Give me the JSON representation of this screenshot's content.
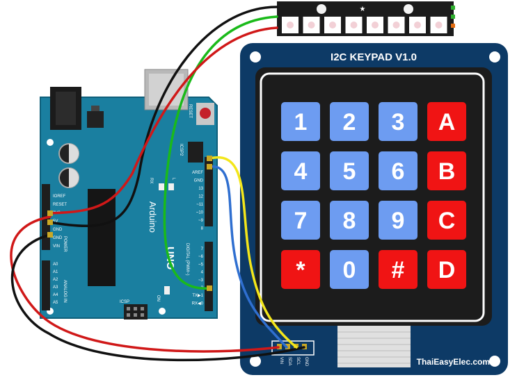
{
  "arduino": {
    "reset_label": "RESET",
    "icsp2_label": "ICSP2",
    "icsp_label": "ICSP",
    "rx_label": "RX",
    "tx_label": "TX",
    "l_label": "L",
    "on_label": "ON",
    "brand": "Arduino",
    "uno_label": "UNO",
    "power_section_label": "POWER",
    "analog_section_label": "ANALOG IN",
    "digital_section_label": "DIGITAL (PWM~)",
    "power_pins": [
      "IOREF",
      "RESET",
      "3V3",
      "5V",
      "GND",
      "GND",
      "VIN"
    ],
    "analog_pins": [
      "A0",
      "A1",
      "A2",
      "A3",
      "A4",
      "A5"
    ],
    "top_header_pins": [
      "AREF",
      "GND",
      "13",
      "12",
      "~11",
      "~10",
      "~9",
      "8"
    ],
    "bottom_header_pins": [
      "7",
      "~6",
      "~5",
      "4",
      "~3",
      "2",
      "TX▶1",
      "RX◀0"
    ]
  },
  "keypad": {
    "title": "I2C KEYPAD V1.0",
    "brand": "ThaiEasyElec.com",
    "pins": [
      "VIN",
      "SDA",
      "SCL",
      "GND"
    ],
    "keys": [
      {
        "label": "1",
        "color": "#6d9cf1"
      },
      {
        "label": "2",
        "color": "#6d9cf1"
      },
      {
        "label": "3",
        "color": "#6d9cf1"
      },
      {
        "label": "A",
        "color": "#f01414"
      },
      {
        "label": "4",
        "color": "#6d9cf1"
      },
      {
        "label": "5",
        "color": "#6d9cf1"
      },
      {
        "label": "6",
        "color": "#6d9cf1"
      },
      {
        "label": "B",
        "color": "#f01414"
      },
      {
        "label": "7",
        "color": "#6d9cf1"
      },
      {
        "label": "8",
        "color": "#6d9cf1"
      },
      {
        "label": "9",
        "color": "#6d9cf1"
      },
      {
        "label": "C",
        "color": "#f01414"
      },
      {
        "label": "*",
        "color": "#f01414"
      },
      {
        "label": "0",
        "color": "#6d9cf1"
      },
      {
        "label": "#",
        "color": "#f01414"
      },
      {
        "label": "D",
        "color": "#f01414"
      }
    ]
  },
  "led_strip": {
    "pixel_count": 8
  },
  "colors": {
    "board_blue": "#1a7fa0",
    "keypad_navy": "#0d3a66",
    "wire_red": "#d01818",
    "wire_black": "#111111",
    "wire_green": "#1aba1a",
    "wire_yellow": "#f3e61a",
    "wire_blue": "#2f6fd0"
  }
}
